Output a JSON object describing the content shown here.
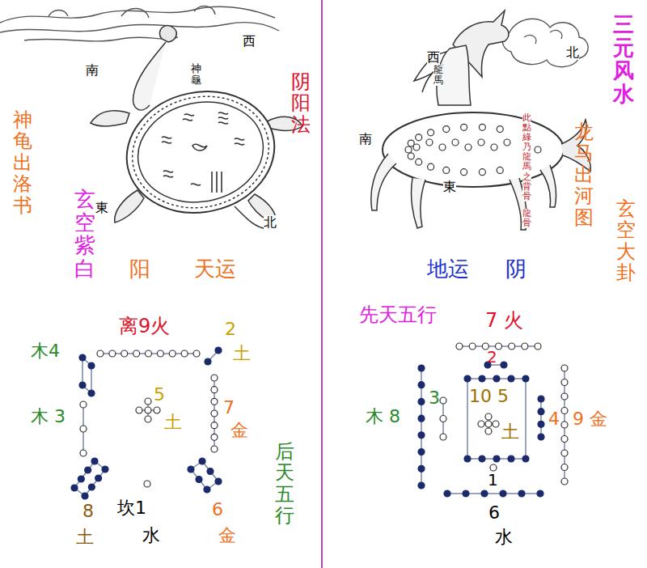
{
  "diagram": {
    "title": "三元风水",
    "labels": [
      "南",
      "西",
      "北",
      "東",
      "神龜",
      "阴阳法",
      "神龟出洛书",
      "玄空紫白",
      "阳",
      "天运",
      "离9火",
      "木4",
      "2",
      "土",
      "木 3",
      "5",
      "土",
      "7",
      "金",
      "8",
      "土",
      "坎1",
      "水",
      "6",
      "金",
      "后天五行",
      "南",
      "西",
      "北",
      "東",
      "龍馬",
      "此點綠乃龍馬之背骨",
      "龍骨",
      "龙马出河图",
      "玄空大卦",
      "地运",
      "阴",
      "先天五行",
      "7 火",
      "2",
      "木 8",
      "3",
      "10 5",
      "土",
      "4",
      "9 金",
      "1",
      "6",
      "水"
    ]
  }
}
